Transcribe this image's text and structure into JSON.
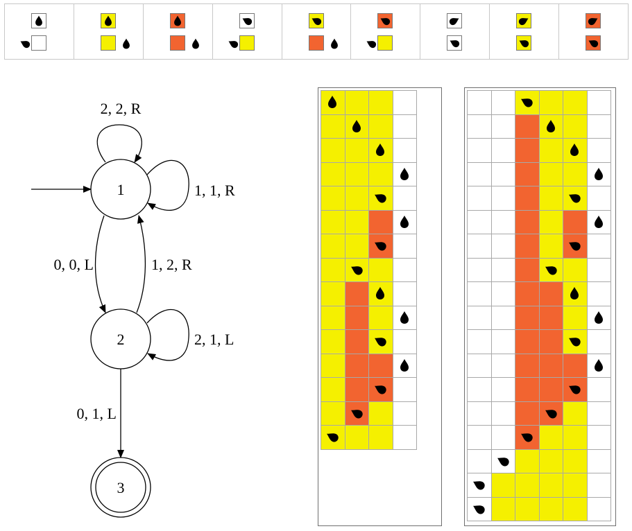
{
  "colors": {
    "state0": "#ffffff",
    "state1": "#f5f000",
    "state2": "#f26430",
    "head": "#000000"
  },
  "rules": [
    {
      "from": 0,
      "head": "down",
      "to": 0,
      "move": "L"
    },
    {
      "from": 1,
      "head": "down",
      "to": 1,
      "move": "R"
    },
    {
      "from": 2,
      "head": "down",
      "to": 2,
      "move": "R"
    },
    {
      "from": 0,
      "head": "right",
      "to": 1,
      "move": "L"
    },
    {
      "from": 1,
      "head": "right",
      "to": 2,
      "move": "R"
    },
    {
      "from": 2,
      "head": "right",
      "to": 1,
      "move": "L"
    },
    {
      "from": 0,
      "head": "left",
      "to": 0,
      "move": "none"
    },
    {
      "from": 1,
      "head": "left",
      "to": 1,
      "move": "none"
    },
    {
      "from": 2,
      "head": "left",
      "to": 2,
      "move": "none"
    }
  ],
  "machine": {
    "states": [
      {
        "id": "1",
        "label": "1",
        "accepting": false
      },
      {
        "id": "2",
        "label": "2",
        "accepting": false
      },
      {
        "id": "3",
        "label": "3",
        "accepting": true
      }
    ],
    "start_state": "1",
    "transitions": [
      {
        "from": "1",
        "to": "1",
        "label": "2, 2, R",
        "kind": "self-top"
      },
      {
        "from": "1",
        "to": "1",
        "label": "1, 1, R",
        "kind": "self-right"
      },
      {
        "from": "1",
        "to": "2",
        "label": "0, 0, L",
        "kind": "arc-left"
      },
      {
        "from": "2",
        "to": "1",
        "label": "1, 2, R",
        "kind": "arc-right"
      },
      {
        "from": "2",
        "to": "2",
        "label": "2, 1, L",
        "kind": "self-right"
      },
      {
        "from": "2",
        "to": "3",
        "label": "0, 1, L",
        "kind": "straight"
      }
    ]
  },
  "evolutions": [
    {
      "name": "evolution-1",
      "rows": [
        [
          1,
          1,
          1,
          0
        ],
        [
          1,
          1,
          1,
          0
        ],
        [
          1,
          1,
          1,
          0
        ],
        [
          1,
          1,
          1,
          0
        ],
        [
          1,
          1,
          1,
          0
        ],
        [
          1,
          1,
          2,
          0
        ],
        [
          1,
          1,
          2,
          0
        ],
        [
          1,
          1,
          1,
          0
        ],
        [
          1,
          2,
          1,
          0
        ],
        [
          1,
          2,
          1,
          0
        ],
        [
          1,
          2,
          1,
          0
        ],
        [
          1,
          2,
          2,
          0
        ],
        [
          1,
          2,
          2,
          0
        ],
        [
          1,
          2,
          1,
          0
        ],
        [
          1,
          1,
          1,
          0
        ]
      ],
      "heads": [
        [
          0,
          "down"
        ],
        [
          1,
          "down"
        ],
        [
          2,
          "down"
        ],
        [
          3,
          "down"
        ],
        [
          2,
          "right"
        ],
        [
          3,
          "down"
        ],
        [
          2,
          "right"
        ],
        [
          1,
          "right"
        ],
        [
          2,
          "down"
        ],
        [
          3,
          "down"
        ],
        [
          2,
          "right"
        ],
        [
          3,
          "down"
        ],
        [
          2,
          "right"
        ],
        [
          1,
          "right"
        ],
        [
          0,
          "right"
        ]
      ]
    },
    {
      "name": "evolution-2",
      "rows": [
        [
          0,
          0,
          1,
          1,
          1,
          0
        ],
        [
          0,
          0,
          2,
          1,
          1,
          0
        ],
        [
          0,
          0,
          2,
          1,
          1,
          0
        ],
        [
          0,
          0,
          2,
          1,
          1,
          0
        ],
        [
          0,
          0,
          2,
          1,
          1,
          0
        ],
        [
          0,
          0,
          2,
          1,
          2,
          0
        ],
        [
          0,
          0,
          2,
          1,
          2,
          0
        ],
        [
          0,
          0,
          2,
          1,
          1,
          0
        ],
        [
          0,
          0,
          2,
          2,
          1,
          0
        ],
        [
          0,
          0,
          2,
          2,
          1,
          0
        ],
        [
          0,
          0,
          2,
          2,
          1,
          0
        ],
        [
          0,
          0,
          2,
          2,
          2,
          0
        ],
        [
          0,
          0,
          2,
          2,
          2,
          0
        ],
        [
          0,
          0,
          2,
          2,
          1,
          0
        ],
        [
          0,
          0,
          2,
          1,
          1,
          0
        ],
        [
          0,
          0,
          1,
          1,
          1,
          0
        ],
        [
          0,
          1,
          1,
          1,
          1,
          0
        ],
        [
          0,
          1,
          1,
          1,
          1,
          0
        ]
      ],
      "heads": [
        [
          2,
          "right"
        ],
        [
          3,
          "down"
        ],
        [
          4,
          "down"
        ],
        [
          5,
          "down"
        ],
        [
          4,
          "right"
        ],
        [
          5,
          "down"
        ],
        [
          4,
          "right"
        ],
        [
          3,
          "right"
        ],
        [
          4,
          "down"
        ],
        [
          5,
          "down"
        ],
        [
          4,
          "right"
        ],
        [
          5,
          "down"
        ],
        [
          4,
          "right"
        ],
        [
          3,
          "right"
        ],
        [
          2,
          "right"
        ],
        [
          1,
          "right"
        ],
        [
          0,
          "right"
        ],
        [
          0,
          "right"
        ]
      ]
    }
  ]
}
